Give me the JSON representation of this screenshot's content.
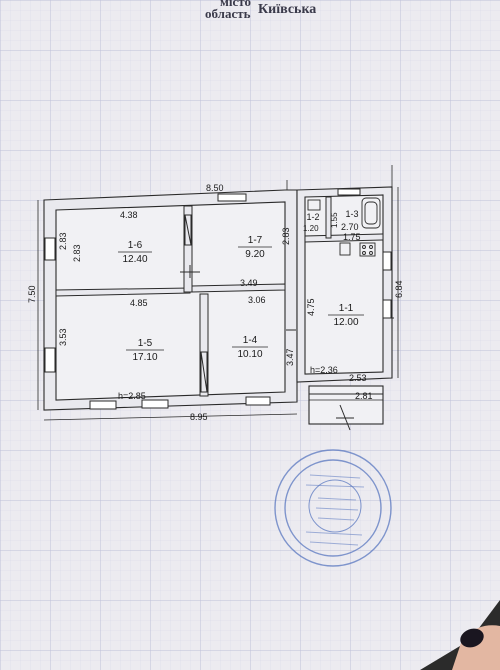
{
  "header": {
    "city_label": "місто",
    "region_label": "область",
    "region_value": "Київська"
  },
  "dimensions": {
    "top_total": "8.50",
    "bottom_total": "8.95",
    "left_total": "7.50",
    "right_total": "6.84",
    "room_1_6_top": "4.38",
    "room_1_6_left_outer": "2.83",
    "room_1_6_left_inner": "2.83",
    "room_1_7_right": "2.83",
    "room_1_7_bottom": "3.49",
    "partition_1_5_top": "4.85",
    "partition_1_4_top": "3.06",
    "room_1_5_left": "3.53",
    "room_1_4_right": "3.47",
    "room_1_1_left": "4.75",
    "room_1_2_width": "1.20",
    "room_1_2_height": "1.55",
    "room_1_3_top": "2.70",
    "room_1_3_bottom": "1.75",
    "room_1_1_bottom": "2.53",
    "porch_width": "2.81",
    "height_main": "h=2.85",
    "height_kitchen": "h=2.36"
  },
  "rooms": [
    {
      "id": "1-6",
      "area": "12.40"
    },
    {
      "id": "1-7",
      "area": "9.20"
    },
    {
      "id": "1-5",
      "area": "17.10"
    },
    {
      "id": "1-4",
      "area": "10.10"
    },
    {
      "id": "1-1",
      "area": "12.00"
    },
    {
      "id": "1-2",
      "area": ""
    },
    {
      "id": "1-3",
      "area": ""
    }
  ],
  "colors": {
    "paper": "#ecebf0",
    "grid": "#cfd0e0",
    "wall": "#e8e8ec",
    "line": "#2a2a2a",
    "stamp": "#5a78c0",
    "background": "#2b2b2b"
  }
}
